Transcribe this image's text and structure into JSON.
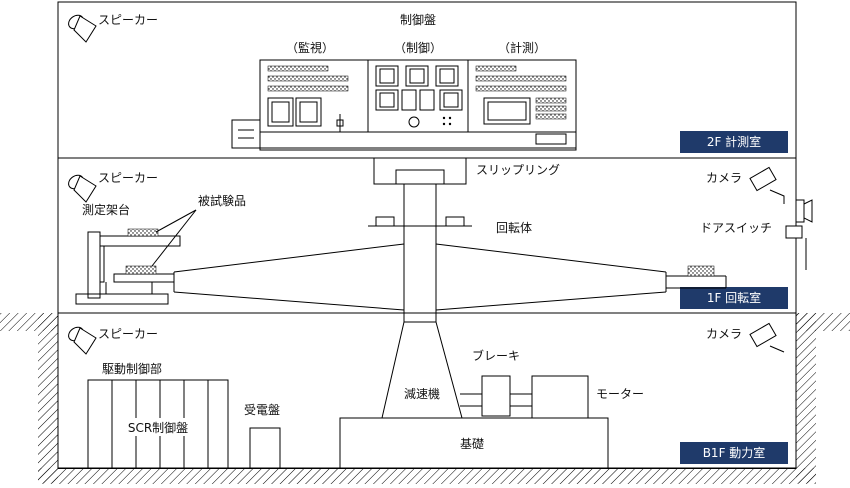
{
  "floors": {
    "f2": {
      "badge": "2F 計測室"
    },
    "f1": {
      "badge": "1F 回転室"
    },
    "b1": {
      "badge": "B1F 動力室"
    }
  },
  "labels": {
    "speaker_2f": "スピーカー",
    "speaker_1f": "スピーカー",
    "speaker_b1": "スピーカー",
    "control_panel": "制御盤",
    "monitor": "（監視）",
    "control": "（制御）",
    "measure": "（計測）",
    "slip_ring": "スリップリング",
    "rotor": "回転体",
    "camera_1f": "カメラ",
    "camera_b1": "カメラ",
    "door_switch": "ドアスイッチ",
    "measure_stand": "測定架台",
    "test_piece": "被試験品",
    "drive_control": "駆動制御部",
    "scr_panel": "SCR制御盤",
    "receiving_panel": "受電盤",
    "reducer": "減速機",
    "brake": "ブレーキ",
    "motor": "モーター",
    "foundation": "基礎"
  },
  "colors": {
    "badge_bg": "#1f3a6a",
    "ground_hatch": "#000000"
  }
}
